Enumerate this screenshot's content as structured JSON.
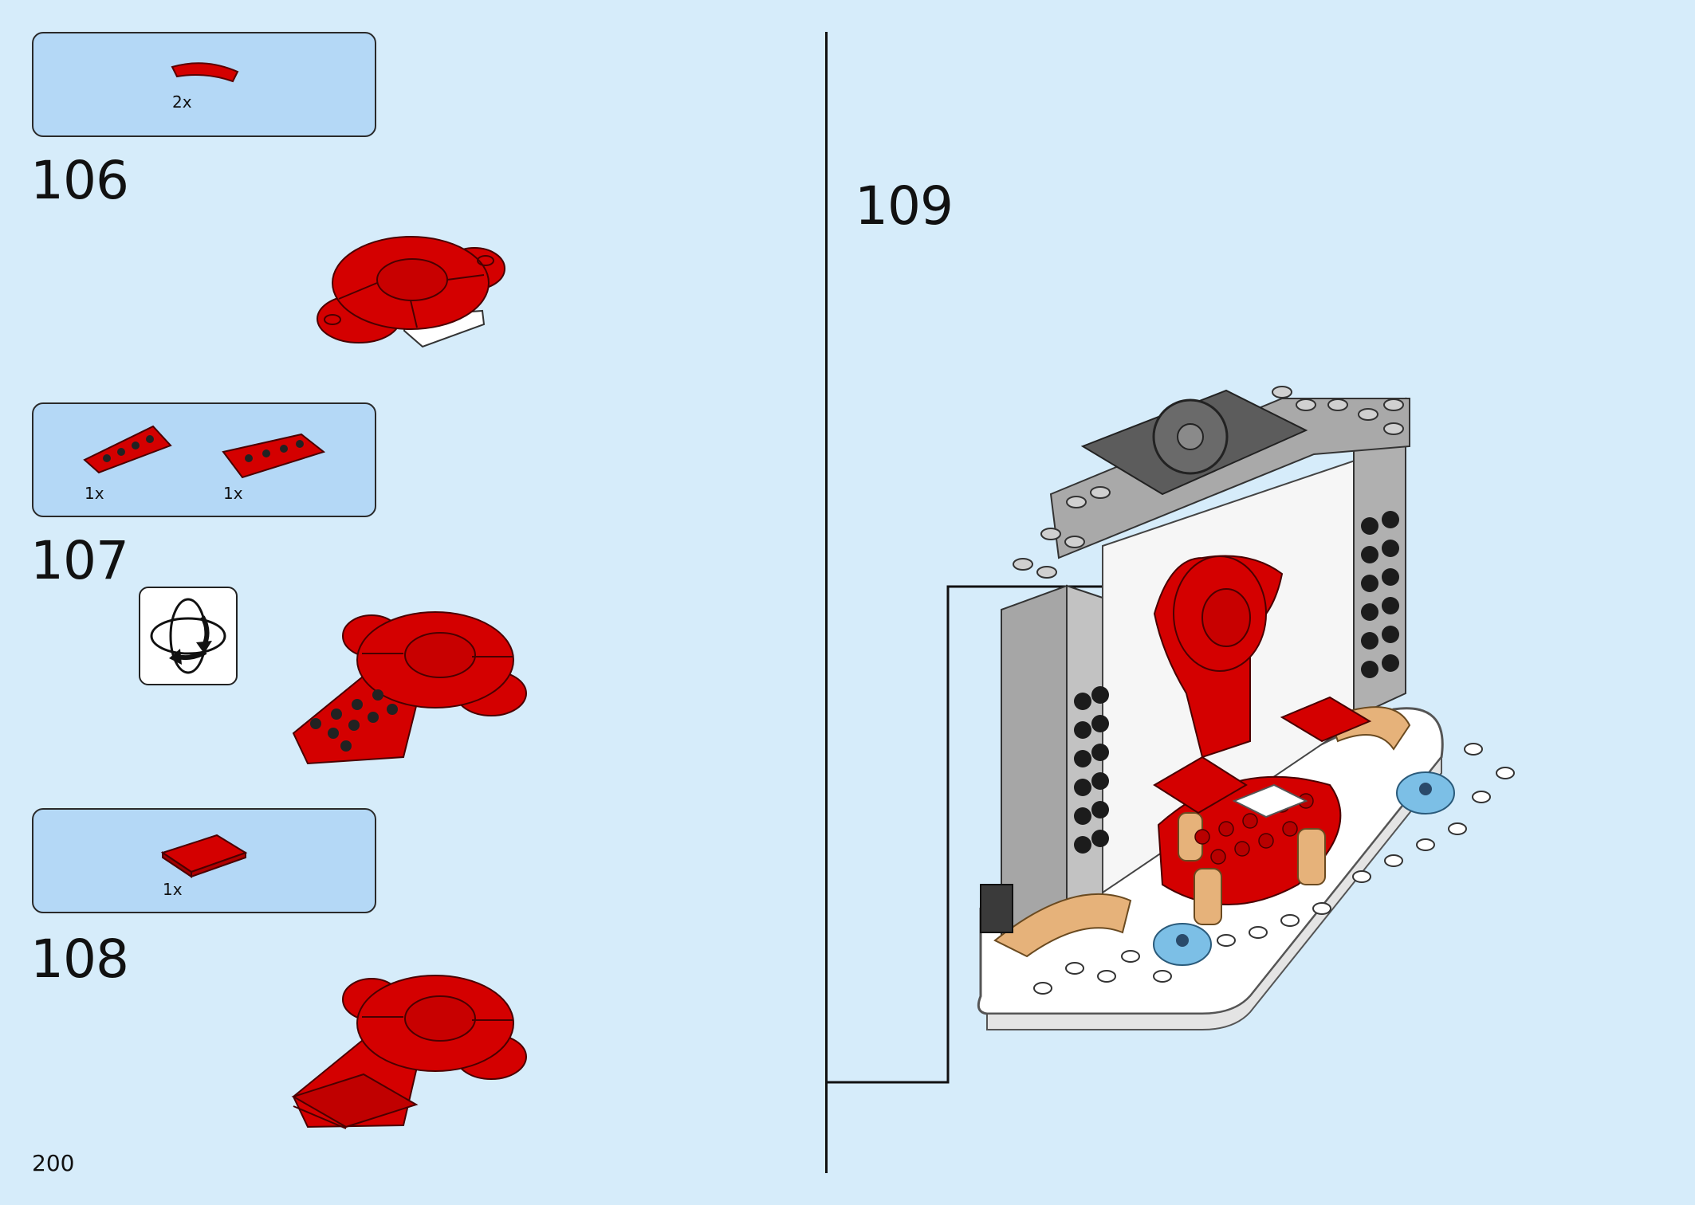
{
  "page": {
    "page_number": "200"
  },
  "steps": [
    {
      "number": "106",
      "parts": [
        {
          "qty": "2x",
          "icon": "red-curved-tile-icon"
        }
      ]
    },
    {
      "number": "107",
      "parts": [
        {
          "qty": "1x",
          "icon": "red-wedge-plate-left-icon"
        },
        {
          "qty": "1x",
          "icon": "red-wedge-plate-right-icon"
        }
      ]
    },
    {
      "number": "108",
      "parts": [
        {
          "qty": "1x",
          "icon": "red-tile-icon"
        }
      ]
    },
    {
      "number": "109",
      "parts": []
    }
  ],
  "colors": {
    "background": "#d6ecfa",
    "parts_box": "#b4d8f6",
    "brick_red": "#d40000",
    "grey": "#a0a0a0",
    "tan": "#e6b27a",
    "light_blue": "#7cbfe6"
  }
}
